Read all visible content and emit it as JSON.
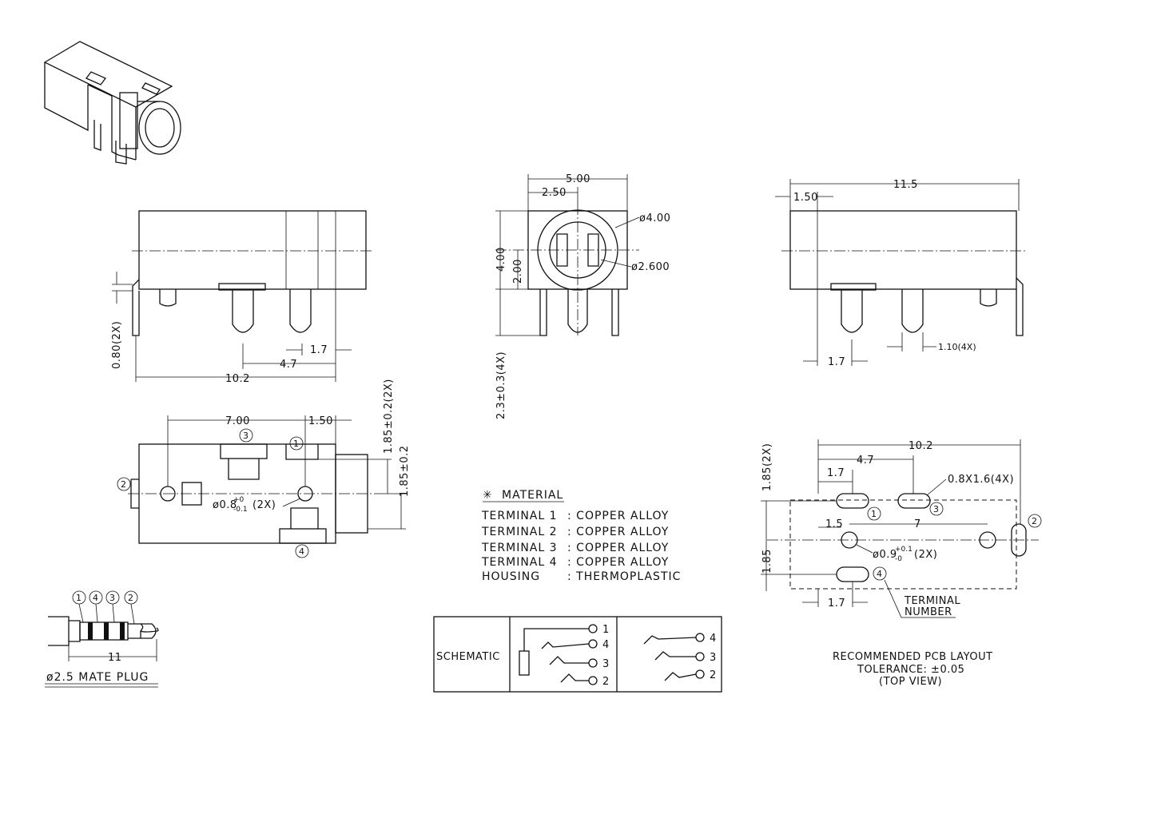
{
  "front_view": {
    "dims": {
      "d1": "4.7",
      "d2": "1.7",
      "d3": "10.2",
      "d4": "0.80(2X)"
    }
  },
  "end_view": {
    "dims": {
      "w": "5.00",
      "half": "2.50",
      "h": "4.00",
      "half_h": "2.00",
      "dia_out": "ø4.00",
      "dia_in": "ø2.600",
      "pin": "2.3±0.3(4X)"
    }
  },
  "side_view": {
    "dims": {
      "len": "11.5",
      "off": "1.50",
      "pitch": "1.7",
      "pin_w": "1.10(4X)"
    }
  },
  "top_view": {
    "dims": {
      "d1": "7.00",
      "d2": "1.50",
      "v1": "1.85±0.2(2X)",
      "v2": "1.85±0.2",
      "hole": "ø0.8",
      "hole_tol_up": "+0",
      "hole_tol_dn": "-0.1",
      "hole_qty": "(2X)"
    },
    "terminals": [
      "1",
      "2",
      "3",
      "4"
    ]
  },
  "plug": {
    "labels": [
      "1",
      "4",
      "3",
      "2"
    ],
    "length": "11",
    "title": "ø2.5 MATE PLUG"
  },
  "material": {
    "title": "MATERIAL",
    "mark": "✳",
    "rows": [
      {
        "part": "TERMINAL 1",
        "mat": ": COPPER ALLOY"
      },
      {
        "part": "TERMINAL 2",
        "mat": ": COPPER ALLOY"
      },
      {
        "part": "TERMINAL 3",
        "mat": ": COPPER ALLOY"
      },
      {
        "part": "TERMINAL 4",
        "mat": ": COPPER ALLOY"
      },
      {
        "part": "HOUSING",
        "mat": ": THERMOPLASTIC"
      }
    ]
  },
  "schematic": {
    "label": "SCHEMATIC",
    "left_pins": [
      "1",
      "4",
      "3",
      "2"
    ],
    "right_pins": [
      "4",
      "3",
      "2"
    ]
  },
  "pcb": {
    "dims": {
      "w": "10.2",
      "d47": "4.7",
      "d17a": "1.7",
      "slot": "0.8X1.6(4X)",
      "d15": "1.5",
      "d7": "7",
      "hole": "ø0.9",
      "hole_tol_up": "+0.1",
      "hole_tol_dn": "-0",
      "hole_qty": "(2X)",
      "v185a": "1.85(2X)",
      "v185b": "1.85",
      "d17b": "1.7"
    },
    "terminal_ids": [
      "1",
      "3",
      "2",
      "4"
    ],
    "callout_l1": "TERMINAL",
    "callout_l2": "NUMBER",
    "caption_l1": "RECOMMENDED PCB LAYOUT",
    "caption_l2": "TOLERANCE: ±0.05",
    "caption_l3": "(TOP VIEW)"
  }
}
